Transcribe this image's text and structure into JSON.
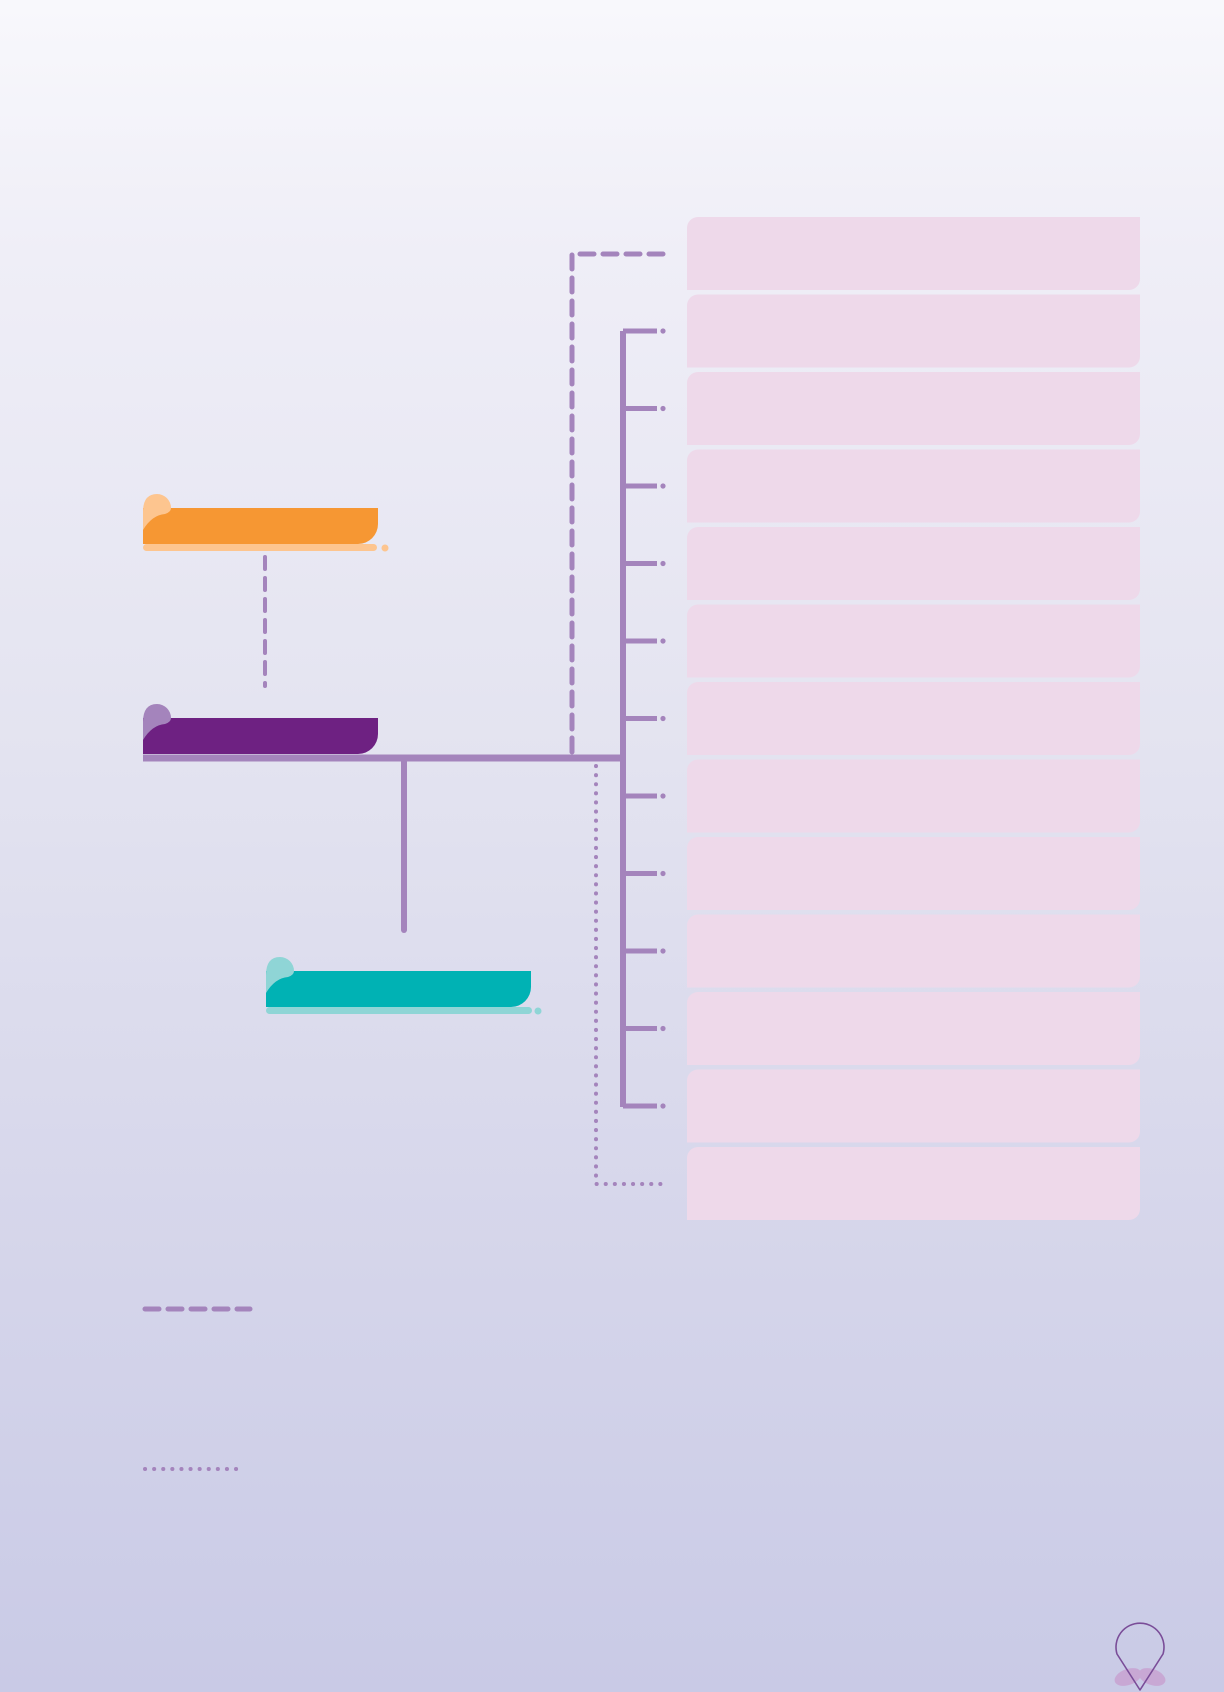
{
  "colors": {
    "connector": "#a484bc",
    "right_box_fill": "#eed9ea",
    "banner_orange": "#f69733",
    "banner_orange_light": "#fdc58f",
    "banner_purple": "#6e2182",
    "banner_purple_light": "#a484bc",
    "banner_teal": "#00b2b4",
    "banner_teal_light": "#8fd5d6",
    "logo_stroke": "#7a4d98",
    "logo_fill": "#c8a8d4"
  },
  "banners": [
    {
      "id": "orange",
      "text": "",
      "icon": "drop-tab-icon"
    },
    {
      "id": "purple",
      "text": "",
      "icon": "drop-tab-icon"
    },
    {
      "id": "teal",
      "text": "",
      "icon": "drop-tab-icon"
    }
  ],
  "right_boxes": [
    {
      "text": "",
      "connector": "dashed"
    },
    {
      "text": "",
      "connector": "solid"
    },
    {
      "text": "",
      "connector": "solid"
    },
    {
      "text": "",
      "connector": "solid"
    },
    {
      "text": "",
      "connector": "solid"
    },
    {
      "text": "",
      "connector": "solid"
    },
    {
      "text": "",
      "connector": "solid"
    },
    {
      "text": "",
      "connector": "solid"
    },
    {
      "text": "",
      "connector": "solid"
    },
    {
      "text": "",
      "connector": "solid"
    },
    {
      "text": "",
      "connector": "solid"
    },
    {
      "text": "",
      "connector": "solid"
    },
    {
      "text": "",
      "connector": "dotted"
    }
  ],
  "legend": [
    {
      "style": "dashed",
      "text": ""
    },
    {
      "style": "dotted",
      "text": ""
    }
  ],
  "logo": {
    "icon": "drop-logo-icon"
  }
}
